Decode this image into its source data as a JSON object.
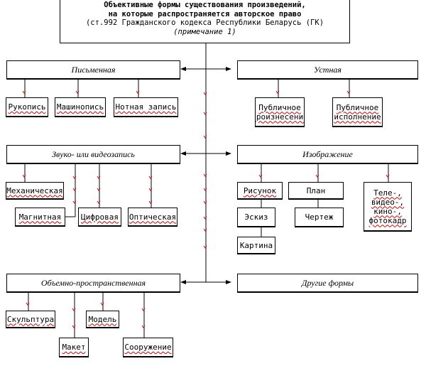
{
  "title": {
    "line1": "Объективные формы существования произведений,",
    "line2": "на которые распространяется авторское право",
    "line3": "(ст.992 Гражданского кодекса Республики Беларусь (ГК)",
    "line4": "(примечание 1)"
  },
  "categories": {
    "written": "Письменная",
    "oral": "Устная",
    "recording": "Звуко- или видеозапись",
    "image": "Изображение",
    "spatial": "Объемно-пространственная",
    "other": "Другие формы"
  },
  "items": {
    "manuscript": "Рукопись",
    "typescript": "Машинопись",
    "musical": "Нотная запись",
    "public_speech": "Публичное\nпроизнесение",
    "public_performance": "Публичное\nисполнение",
    "mechanical": "Механическая",
    "magnetic": "Магнитная",
    "digital": "Цифровая",
    "optical": "Оптическая",
    "drawing": "Рисунок",
    "plan": "План",
    "photo": "Теле-,\nвидео-,\nкино-,\nфотокадр",
    "sketch": "Эскиз",
    "draft": "Чертеж",
    "painting": "Картина",
    "sculpture": "Скульптура",
    "model": "Модель",
    "mockup": "Макет",
    "structure": "Сооружение"
  },
  "colors": {
    "line": "#000000",
    "spellcheck": "#d00000",
    "background": "#ffffff"
  }
}
